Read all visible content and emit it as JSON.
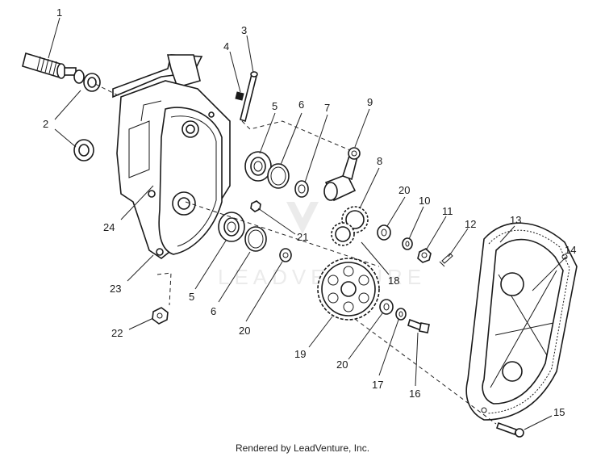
{
  "watermark": "LEADVENTURE",
  "footer_text": "Rendered by LeadVenture, Inc.",
  "callouts": [
    "1",
    "2",
    "3",
    "4",
    "5",
    "6",
    "7",
    "9",
    "8",
    "20",
    "10",
    "11",
    "12",
    "13",
    "14",
    "24",
    "21",
    "18",
    "23",
    "5",
    "6",
    "20",
    "22",
    "19",
    "20",
    "17",
    "16",
    "15"
  ]
}
